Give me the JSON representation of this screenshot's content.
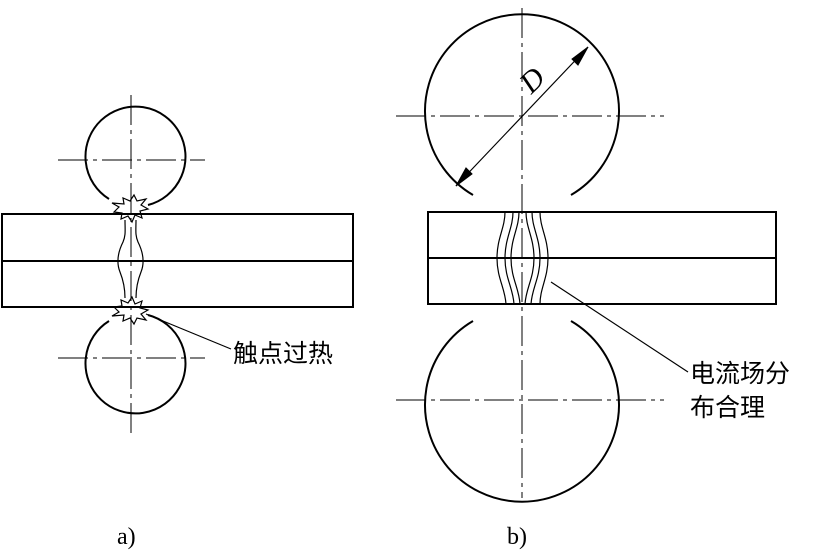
{
  "diagram": {
    "panel_a": {
      "label": "a)",
      "annotation": "触点过热"
    },
    "panel_b": {
      "label": "b)",
      "diameter_label": "D",
      "annotation_line1": "电流场分",
      "annotation_line2": "布合理"
    }
  }
}
